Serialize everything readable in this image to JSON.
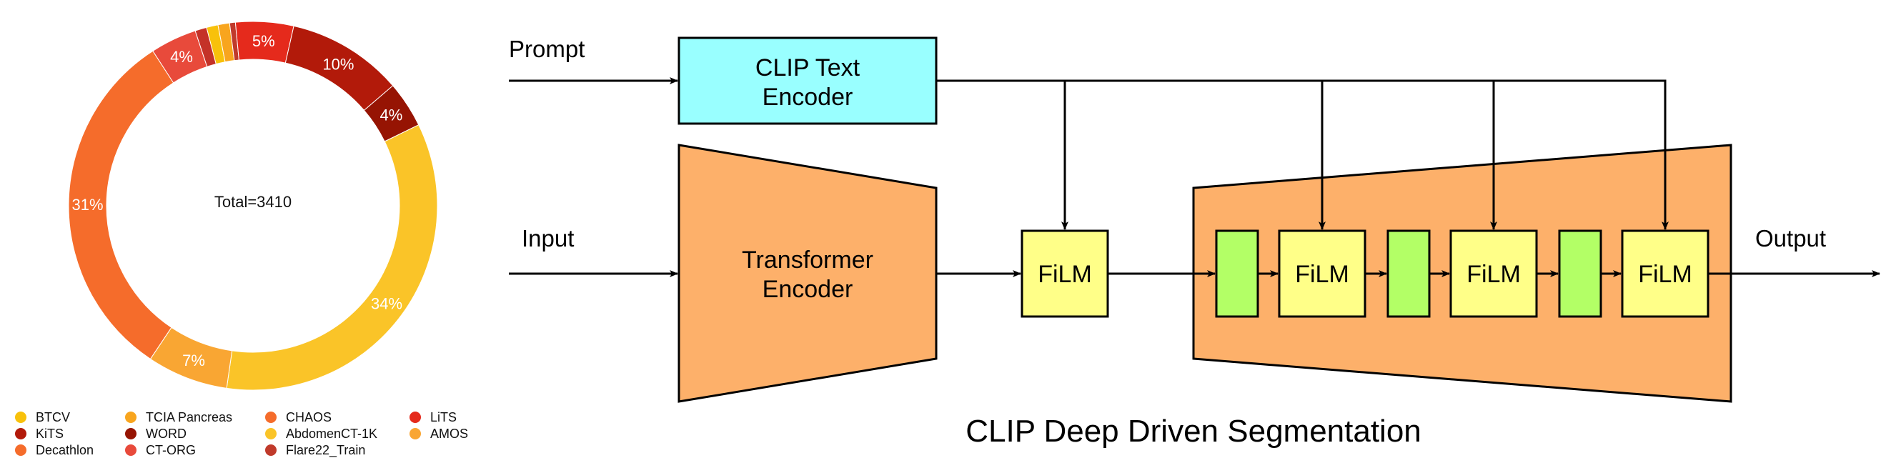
{
  "chart_data": {
    "type": "pie",
    "center_label": "Total=3410",
    "slices": [
      {
        "name": "BTCV",
        "value": 1.0,
        "label": "",
        "color": "#f8c10b"
      },
      {
        "name": "TCIA Pancreas",
        "value": 1.0,
        "label": "",
        "color": "#f8a51e"
      },
      {
        "name": "Flare22_Train",
        "value": 0.5,
        "label": "",
        "color": "#c03a2b"
      },
      {
        "name": "LiTS",
        "value": 5.0,
        "label": "5%",
        "color": "#e52a1c"
      },
      {
        "name": "KiTS",
        "value": 10.0,
        "label": "10%",
        "color": "#b21a0a"
      },
      {
        "name": "WORD",
        "value": 4.0,
        "label": "4%",
        "color": "#961403"
      },
      {
        "name": "AbdomenCT-1K",
        "value": 34.0,
        "label": "34%",
        "color": "#fac428"
      },
      {
        "name": "AMOS",
        "value": 7.0,
        "label": "7%",
        "color": "#f9a633"
      },
      {
        "name": "Decathlon",
        "value": 31.0,
        "label": "31%",
        "color": "#f56c2b"
      },
      {
        "name": "CT-ORG",
        "value": 4.0,
        "label": "4%",
        "color": "#e84a3b"
      },
      {
        "name": "CHAOS",
        "value": 1.0,
        "label": "",
        "color": "#c43228"
      }
    ],
    "legend": {
      "placement": "bottom",
      "items": [
        {
          "name": "BTCV",
          "color": "#f8c10b"
        },
        {
          "name": "KiTS",
          "color": "#b21a0a"
        },
        {
          "name": "Decathlon",
          "color": "#f56c2b"
        },
        {
          "name": "TCIA Pancreas",
          "color": "#f8a51e"
        },
        {
          "name": "WORD",
          "color": "#961403"
        },
        {
          "name": "CT-ORG",
          "color": "#e84a3b"
        },
        {
          "name": "CHAOS",
          "color": "#f56c2b"
        },
        {
          "name": "AbdomenCT-1K",
          "color": "#fac428"
        },
        {
          "name": "Flare22_Train",
          "color": "#c03a2b"
        },
        {
          "name": "LiTS",
          "color": "#e52a1c"
        },
        {
          "name": "AMOS",
          "color": "#f9a633"
        }
      ]
    }
  },
  "diagram": {
    "title": "CLIP Deep Driven Segmentation",
    "labels": {
      "prompt": "Prompt",
      "input": "Input",
      "output": "Output"
    },
    "boxes": {
      "clip_text_encoder": [
        "CLIP Text",
        "Encoder"
      ],
      "transformer_encoder": [
        "Transformer",
        "Encoder"
      ],
      "film": "FiLM"
    },
    "colors": {
      "clip_box": "#99ffff",
      "encoder": "#fdb06a",
      "film": "#ffff88",
      "green_block": "#b3ff66"
    }
  }
}
